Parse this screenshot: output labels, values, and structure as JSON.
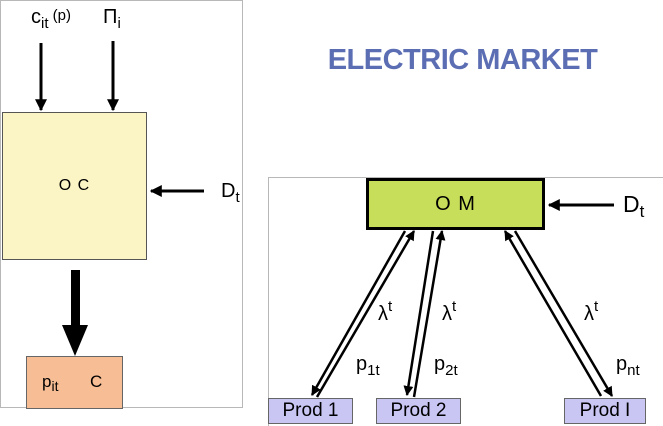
{
  "title": "ELECTRIC MARKET",
  "left_diagram": {
    "input_cost": {
      "base": "c",
      "sub": "it",
      "suffix": " (p)"
    },
    "input_pi": {
      "base": "Π",
      "sub": "i"
    },
    "demand": {
      "base": "D",
      "sub": "t"
    },
    "main_box": "O C",
    "output_box": {
      "price_base": "p",
      "price_sub": "it",
      "label": "C"
    },
    "colors": {
      "main_box": "#fbf5c6",
      "output_box": "#f7bd95"
    }
  },
  "right_diagram": {
    "main_box": "O M",
    "demand": {
      "base": "D",
      "sub": "t"
    },
    "producers": [
      "Prod 1",
      "Prod 2",
      "Prod I"
    ],
    "links": [
      {
        "lambda": "λ",
        "lambda_sup": "t",
        "p_base": "p",
        "p_sub": "1t"
      },
      {
        "lambda": "λ",
        "lambda_sup": "t",
        "p_base": "p",
        "p_sub": "2t"
      },
      {
        "lambda": "λ",
        "lambda_sup": "t",
        "p_base": "p",
        "p_sub": "nt"
      }
    ],
    "colors": {
      "main_box": "#c7de5b",
      "producer_box": "#c9c6f4"
    }
  },
  "colors": {
    "title": "#5b6db3"
  }
}
